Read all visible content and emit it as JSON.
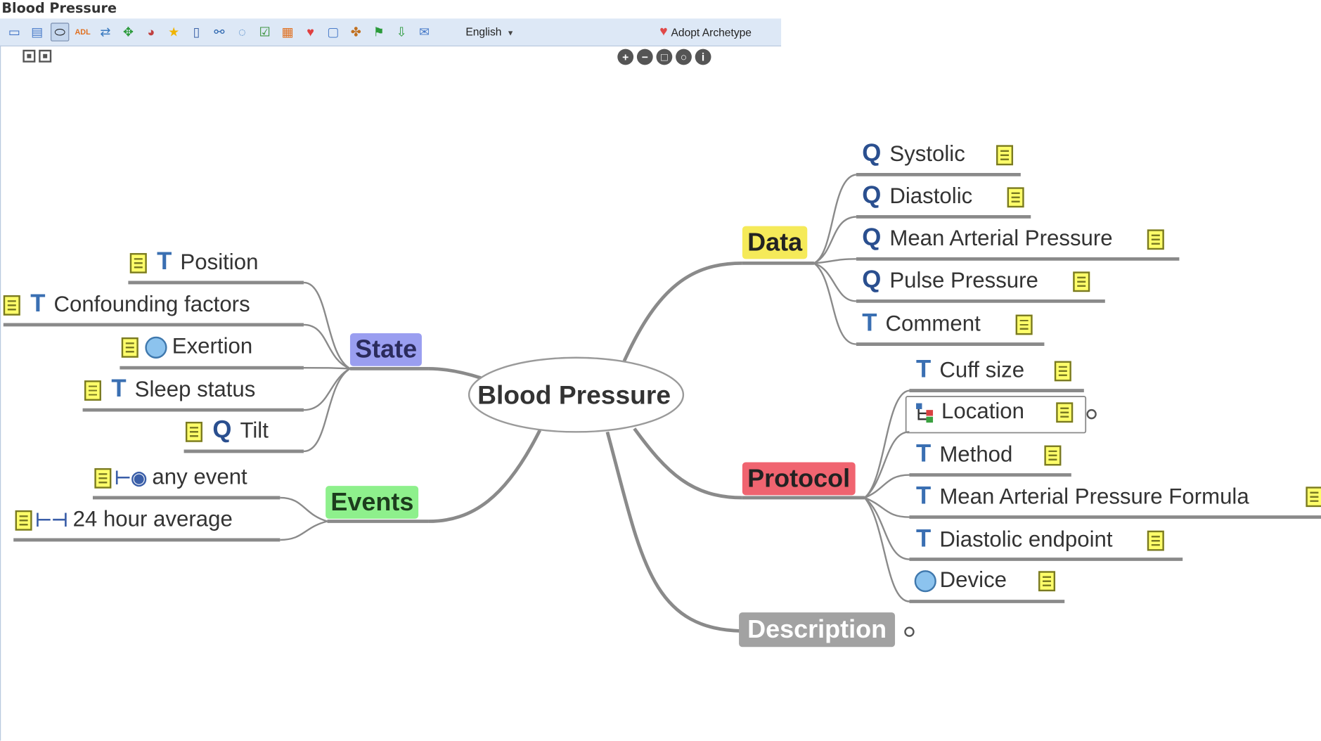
{
  "window": {
    "title": "Blood Pressure"
  },
  "toolbar": {
    "icons": [
      "window-icon",
      "panel-icon",
      "ellipse-icon",
      "adl-icon",
      "arrows-icon",
      "expand-icon",
      "chart-icon",
      "star-icon",
      "book-icon",
      "link-icon",
      "comment-icon",
      "checklist-icon",
      "adl-edit-icon",
      "heart-icon",
      "page-icon",
      "puzzle-icon",
      "flag-icon",
      "down-arrow-icon",
      "mail-icon"
    ],
    "language": "English",
    "adopt_label": "Adopt Archetype"
  },
  "mindmap": {
    "root": "Blood Pressure",
    "branches": {
      "data": {
        "label": "Data",
        "color": "#f5ea59",
        "items": [
          {
            "type": "Q",
            "label": "Systolic"
          },
          {
            "type": "Q",
            "label": "Diastolic"
          },
          {
            "type": "Q",
            "label": "Mean Arterial Pressure"
          },
          {
            "type": "Q",
            "label": "Pulse Pressure"
          },
          {
            "type": "T",
            "label": "Comment"
          }
        ]
      },
      "protocol": {
        "label": "Protocol",
        "color": "#f06470",
        "items": [
          {
            "type": "T",
            "label": "Cuff size"
          },
          {
            "type": "cluster",
            "label": "Location"
          },
          {
            "type": "T",
            "label": "Method"
          },
          {
            "type": "T",
            "label": "Mean Arterial Pressure Formula"
          },
          {
            "type": "T",
            "label": "Diastolic endpoint"
          },
          {
            "type": "slot",
            "label": "Device"
          }
        ]
      },
      "description": {
        "label": "Description",
        "color": "#a2a2a2"
      },
      "state": {
        "label": "State",
        "color": "#9a9ef0",
        "items": [
          {
            "type": "T",
            "label": "Position"
          },
          {
            "type": "T",
            "label": "Confounding factors"
          },
          {
            "type": "slot",
            "label": "Exertion"
          },
          {
            "type": "T",
            "label": "Sleep status"
          },
          {
            "type": "Q",
            "label": "Tilt"
          }
        ]
      },
      "events": {
        "label": "Events",
        "color": "#8ef08c",
        "items": [
          {
            "type": "event",
            "label": "any event"
          },
          {
            "type": "interval",
            "label": "24 hour average"
          }
        ]
      }
    }
  }
}
